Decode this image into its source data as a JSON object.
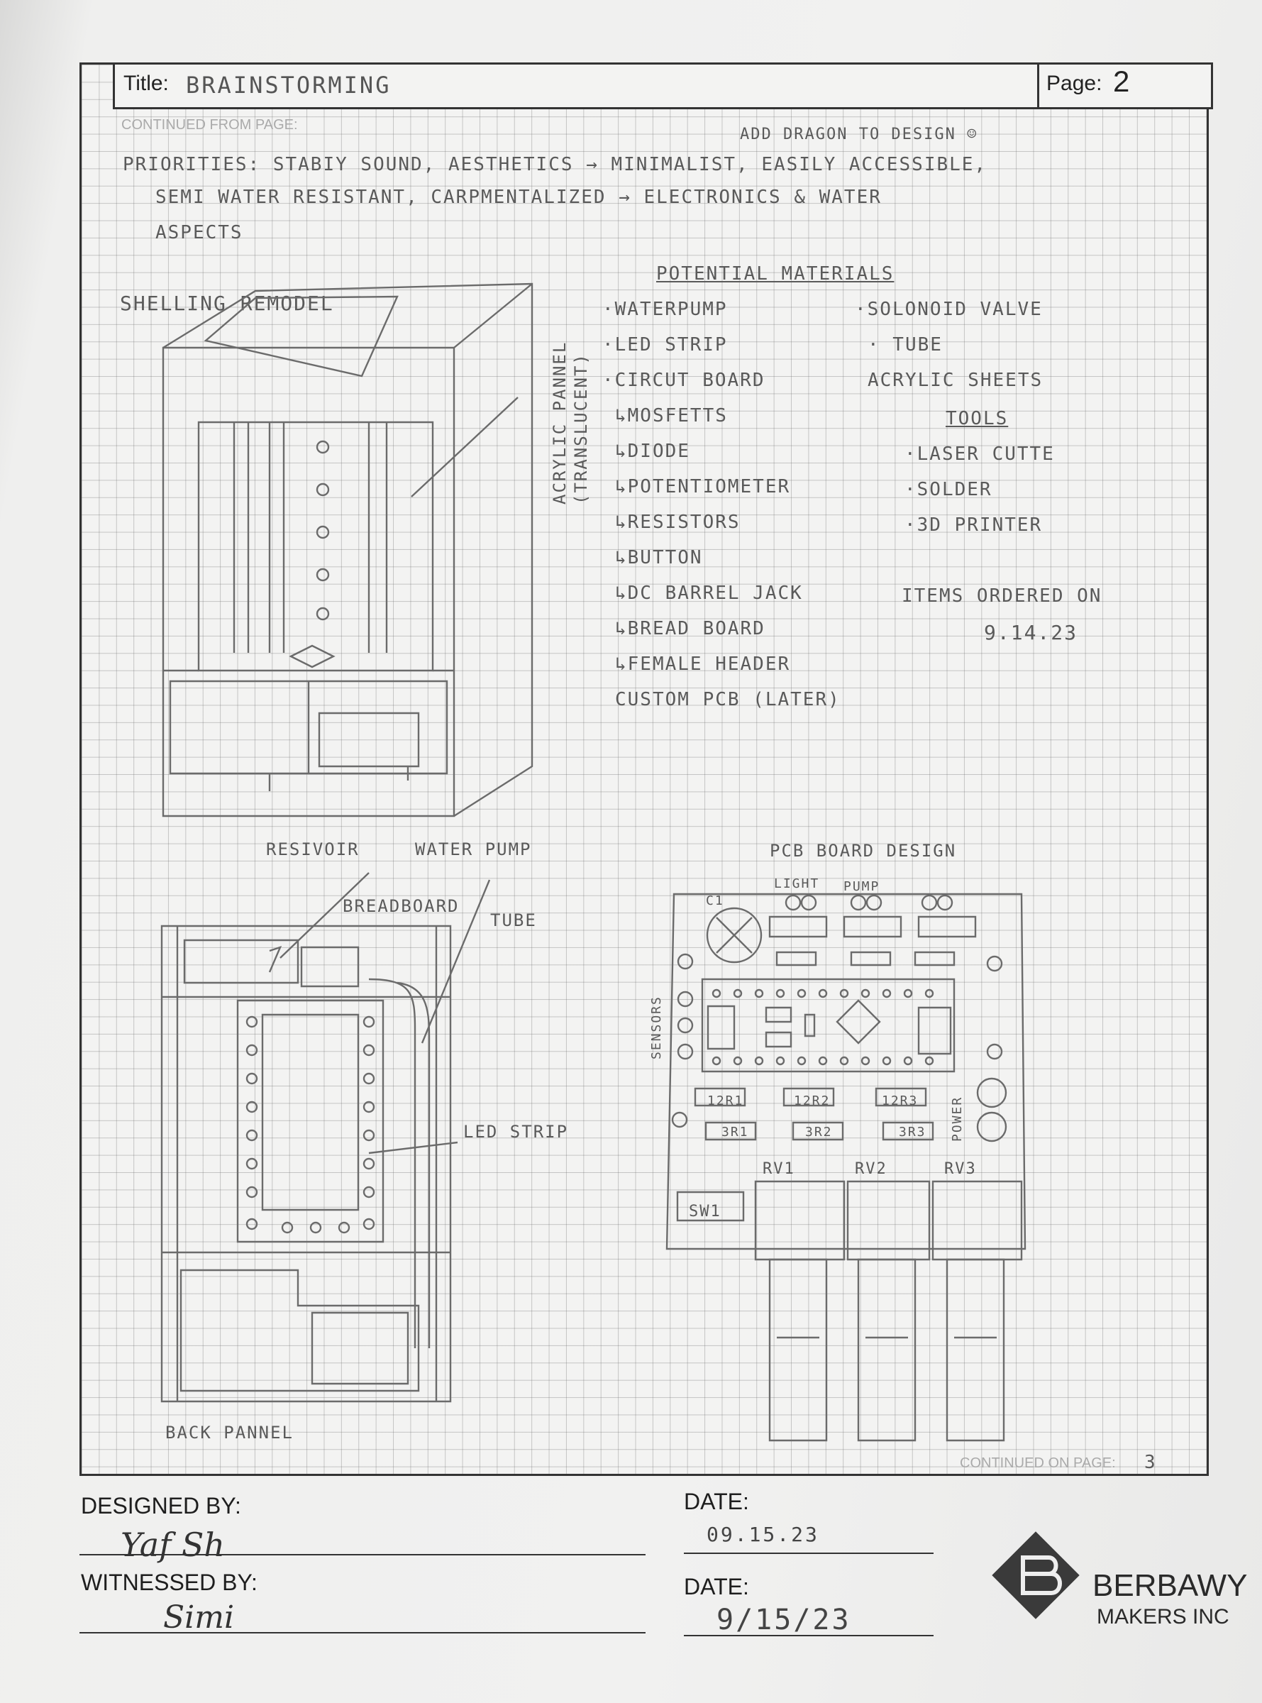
{
  "header": {
    "title_label": "Title:",
    "title": "BRAINSTORMING",
    "page_label": "Page:",
    "page": "2"
  },
  "continued_from": "CONTINUED FROM PAGE:",
  "continued_on": "CONTINUED ON PAGE:",
  "continued_on_value": "3",
  "note_add_dragon": "ADD DRAGON TO DESIGN ☺",
  "priorities": [
    "PRIORITIES: STABIY SOUND, AESTHETICS → MINIMALIST, EASILY ACCESSIBLE,",
    "SEMI WATER RESISTANT, CARPMENTALIZED → ELECTRONICS & WATER",
    "ASPECTS"
  ],
  "shelling": {
    "title": "SHELLING REMODEL",
    "label_acrylic": "ACRYLIC PANNEL",
    "label_translucent": "(TRANSLUCENT)",
    "label_reservoir": "RESIVOIR",
    "label_pump": "WATER PUMP"
  },
  "materials": {
    "title": "POTENTIAL MATERIALS",
    "left": [
      "·WATERPUMP",
      "·LED STRIP",
      "·CIRCUT BOARD",
      "↳MOSFETTS",
      "↳DIODE",
      "↳POTENTIOMETER",
      "↳RESISTORS",
      "↳BUTTON",
      "↳DC BARREL JACK",
      "↳BREAD BOARD",
      "↳FEMALE HEADER",
      "CUSTOM PCB (LATER)"
    ],
    "right": [
      "·SOLONOID VALVE",
      "· TUBE",
      "ACRYLIC SHEETS"
    ],
    "tools_title": "TOOLS",
    "tools": [
      "·LASER CUTTE",
      "·SOLDER",
      "·3D PRINTER"
    ],
    "ordered_label": "ITEMS ORDERED ON",
    "ordered_date": "9.14.23"
  },
  "back_panel": {
    "title": "BACK PANNEL",
    "label_breadboard": "BREADBOARD",
    "label_tube": "TUBE",
    "label_led": "LED STRIP"
  },
  "pcb": {
    "title": "PCB BOARD DESIGN",
    "c1": "C1",
    "light": "LIGHT",
    "pump": "PUMP",
    "sensors": "SENSORS",
    "power": "POWER",
    "r_top": [
      "12R1",
      "12R2",
      "12R3"
    ],
    "r_bottom": [
      "3R1",
      "3R2",
      "3R3"
    ],
    "sw": "SW1",
    "rv": [
      "RV1",
      "RV2",
      "RV3"
    ]
  },
  "footer": {
    "designed_label": "DESIGNED BY:",
    "designed_signature": "Yaf Sh",
    "witnessed_label": "WITNESSED BY:",
    "witnessed_signature": "Simi",
    "date_label_1": "DATE:",
    "date_value_1": "09.15.23",
    "date_label_2": "DATE:",
    "date_value_2": "9/15/23",
    "brand_name": "BERBAWY",
    "brand_sub": "MAKERS INC"
  }
}
